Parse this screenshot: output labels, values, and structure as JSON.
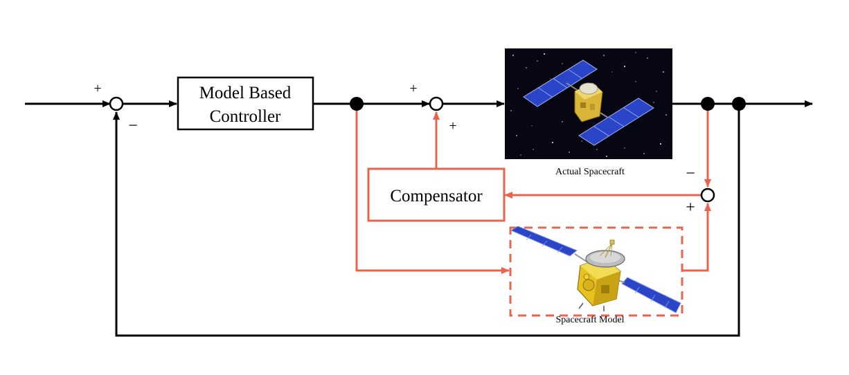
{
  "blocks": {
    "controller_line1": "Model Based",
    "controller_line2": "Controller",
    "compensator": "Compensator"
  },
  "captions": {
    "actual_spacecraft": "Actual Spacecraft",
    "spacecraft_model": "Spacecraft Model"
  },
  "signs": {
    "sum1_top": "+",
    "sum1_bottom": "−",
    "sum2_top": "+",
    "sum2_bottom": "+",
    "sum3_top": "−",
    "sum3_bottom": "+"
  },
  "colors": {
    "main_path": "#000000",
    "adaptive_path": "#e8644f",
    "space_background": "#060712",
    "solar_panel": "#2a45c8",
    "body_gold": "#e6c21f"
  }
}
